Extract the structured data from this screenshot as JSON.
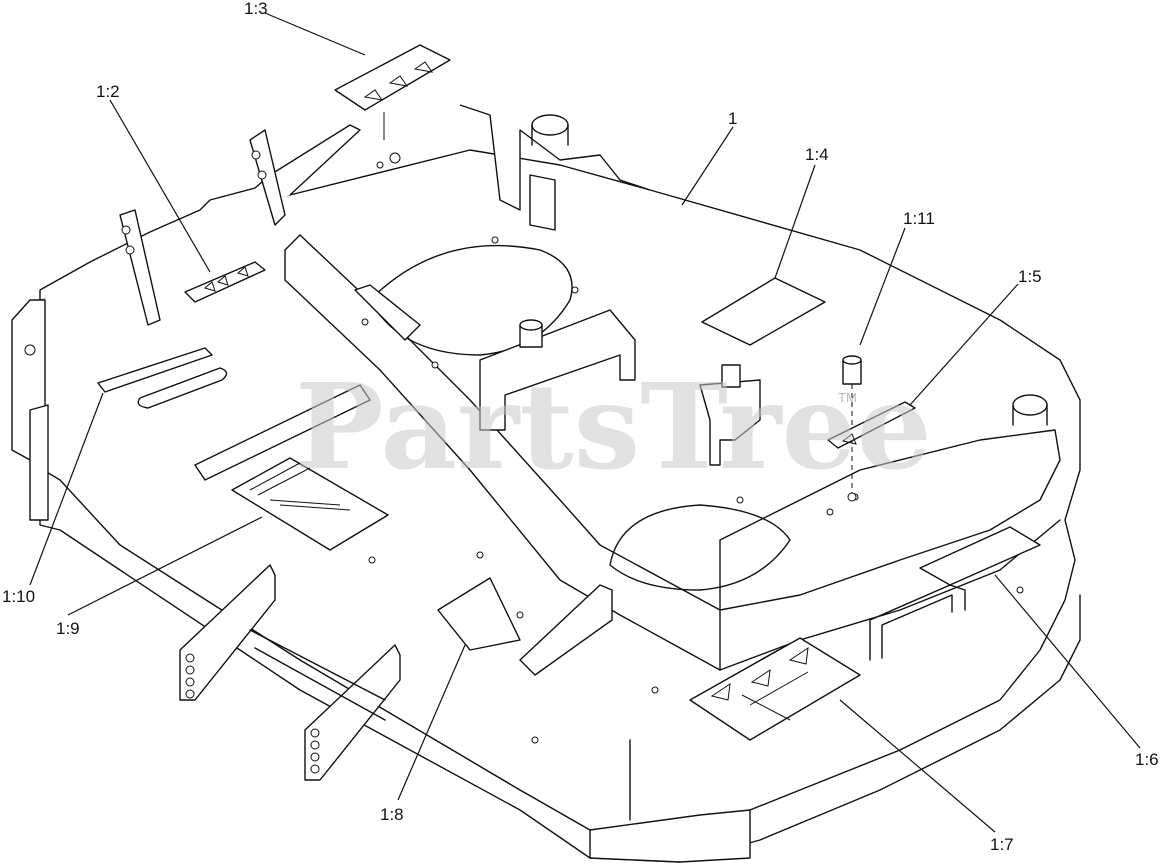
{
  "watermark": {
    "text": "PartsTree",
    "trademark": "TM"
  },
  "callouts": [
    {
      "id": "c-1-3",
      "label": "1:3"
    },
    {
      "id": "c-1-2",
      "label": "1:2"
    },
    {
      "id": "c-1",
      "label": "1"
    },
    {
      "id": "c-1-4",
      "label": "1:4"
    },
    {
      "id": "c-1-11",
      "label": "1:11"
    },
    {
      "id": "c-1-5",
      "label": "1:5"
    },
    {
      "id": "c-1-10",
      "label": "1:10"
    },
    {
      "id": "c-1-9",
      "label": "1:9"
    },
    {
      "id": "c-1-8",
      "label": "1:8"
    },
    {
      "id": "c-1-7",
      "label": "1:7"
    },
    {
      "id": "c-1-6",
      "label": "1:6"
    }
  ]
}
